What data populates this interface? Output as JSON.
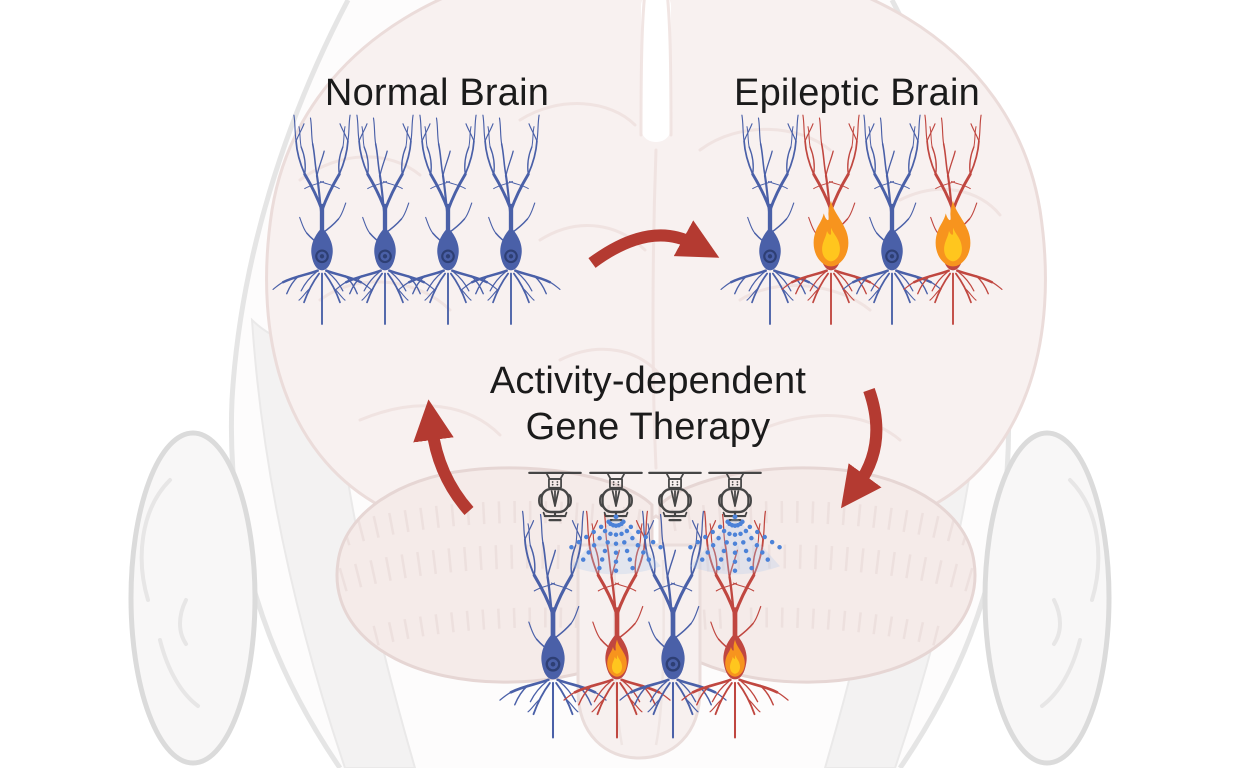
{
  "figure": {
    "type": "scientific-cycle-diagram",
    "topic": "Activity-dependent gene therapy cycle between normal and epileptic brain states"
  },
  "panels": {
    "normal": {
      "label": "Normal Brain",
      "neurons": [
        "blue",
        "blue",
        "blue",
        "blue"
      ]
    },
    "epileptic": {
      "label": "Epileptic Brain",
      "neurons": [
        "blue",
        "red-flame",
        "blue",
        "red-flame"
      ]
    },
    "therapy": {
      "label_line1": "Activity-dependent",
      "label_line2": "Gene Therapy",
      "neurons": [
        "blue",
        "red-flame",
        "blue",
        "red-flame"
      ],
      "sprinklers": [
        {
          "spraying": false
        },
        {
          "spraying": true
        },
        {
          "spraying": false
        },
        {
          "spraying": true
        }
      ]
    }
  },
  "arrows": [
    {
      "name": "arrow-normal-to-epileptic",
      "direction": "right"
    },
    {
      "name": "arrow-epileptic-to-therapy",
      "direction": "down"
    },
    {
      "name": "arrow-therapy-to-normal",
      "direction": "up"
    }
  ],
  "icons": {
    "neuron_blue": "healthy-neuron-icon",
    "neuron_red": "hyperactive-neuron-icon",
    "flame": "flame-icon",
    "sprinkler": "sprinkler-icon",
    "spray": "spray-droplets-icon",
    "arrow": "cycle-arrow-icon",
    "background": "posterior-head-brain-illustration"
  },
  "colors": {
    "text": "#1B1B1B",
    "neuron_blue": "#4A60A8",
    "neuron_blue_dark": "#2E3F74",
    "neuron_red": "#C04740",
    "neuron_red_dark": "#8E332D",
    "flame_orange": "#F7941E",
    "flame_yellow": "#FFC61E",
    "arrow_red": "#B43A31",
    "spray_blue": "#4C82D8",
    "spray_halo": "#AEC8EC",
    "sprinkler_gray": "#454545",
    "brain_fill": "#F8F1F0",
    "brain_line": "#EBDCDA",
    "cerebellum_fill": "#F5EBE9",
    "cerebellum_line": "#E6D6D4",
    "ear_fill": "#F8F7F7",
    "head_line": "#E5E5E5"
  }
}
